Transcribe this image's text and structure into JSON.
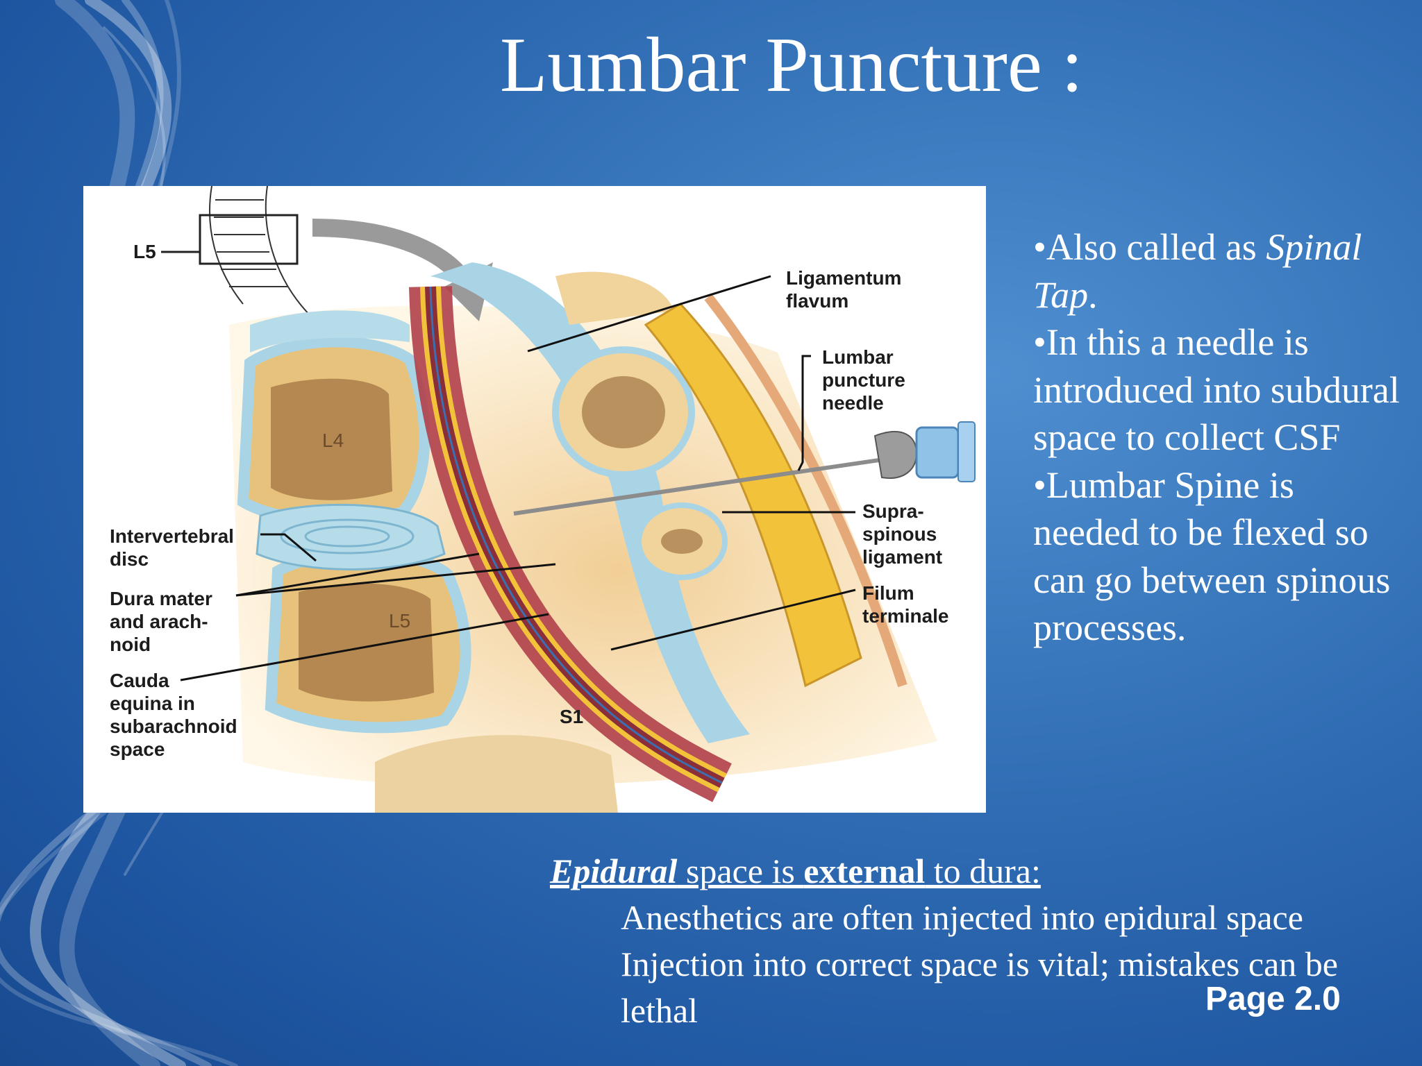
{
  "slide": {
    "title": "Lumbar Puncture :",
    "page_label": "Page 2.0"
  },
  "figure": {
    "labels": {
      "l5_top": "L5",
      "ligamentum_flavum": "Ligamentum\nflavum",
      "lumbar_puncture_needle": "Lumbar\npuncture\nneedle",
      "l4": "L4",
      "intervertebral_disc": "Intervertebral\ndisc",
      "supraspinous_ligament": "Supra-\nspinous\nligament",
      "dura_mater": "Dura mater\nand arach-\nnoid",
      "l5": "L5",
      "filum_terminale": "Filum\nterminale",
      "cauda_equina": "Cauda\nequina in\nsubarachnoid\nspace",
      "s1": "S1"
    }
  },
  "bullets": {
    "b1_prefix": "•Also called as ",
    "b1_italic": "Spinal Tap",
    "b1_suffix": ".",
    "b2": "•In this a needle is introduced into subdural space to collect CSF",
    "b3": "•Lumbar Spine is needed to be flexed so can go between spinous processes."
  },
  "bottom": {
    "h_italic_bold": "Epidural",
    "h_mid": " space is ",
    "h_bold": "external",
    "h_end": " to dura:",
    "line1": "Anesthetics are often injected into epidural space",
    "line2": "Injection into correct space is vital; mistakes can be lethal"
  },
  "colors": {
    "background": "#2f6cb3",
    "text": "#ffffff",
    "figure_bg": "#ffffff",
    "bone": "#f5d9a0",
    "ligament_blue": "#a9d4e6",
    "dura_red": "#b0404a",
    "fat_yellow": "#f2c23a"
  }
}
